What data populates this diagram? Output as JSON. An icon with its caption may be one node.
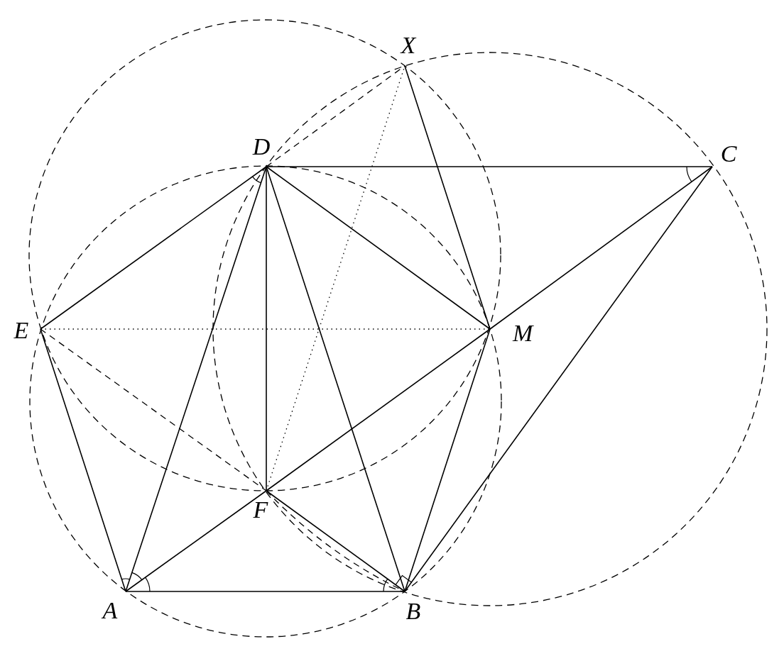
{
  "diagram": {
    "nodes": [
      {
        "text": [
          "X"
        ]
      },
      {
        "text": [
          "D"
        ]
      },
      {
        "text": [
          "C"
        ]
      },
      {
        "text": [
          "E"
        ]
      },
      {
        "text": [
          "M"
        ]
      },
      {
        "text": [
          "F"
        ]
      },
      {
        "text": [
          "A"
        ]
      },
      {
        "text": [
          "B"
        ]
      }
    ],
    "edges": [
      {
        "from": 1,
        "to": 2,
        "arrow": "none"
      },
      {
        "from": 1,
        "to": 3,
        "arrow": "none"
      },
      {
        "from": 1,
        "to": 6,
        "arrow": "none"
      },
      {
        "from": 1,
        "to": 5,
        "arrow": "none"
      },
      {
        "from": 1,
        "to": 7,
        "arrow": "none"
      },
      {
        "from": 1,
        "to": 4,
        "arrow": "none"
      },
      {
        "from": 0,
        "to": 4,
        "arrow": "none"
      },
      {
        "from": 6,
        "to": 5,
        "arrow": "none"
      },
      {
        "from": 5,
        "to": 4,
        "arrow": "none"
      },
      {
        "from": 4,
        "to": 2,
        "arrow": "none"
      },
      {
        "from": 2,
        "to": 7,
        "arrow": "none"
      },
      {
        "from": 6,
        "to": 7,
        "arrow": "none"
      },
      {
        "from": 3,
        "to": 6,
        "arrow": "none"
      },
      {
        "from": 5,
        "to": 7,
        "arrow": "none"
      },
      {
        "from": 4,
        "to": 7,
        "arrow": "none"
      },
      {
        "from": 1,
        "to": 0,
        "arrow": "none",
        "style": "dashed"
      },
      {
        "from": 3,
        "to": 5,
        "arrow": "none",
        "style": "dashed"
      },
      {
        "from": 5,
        "to": 7,
        "arrow": "none",
        "style": "dashed"
      },
      {
        "from": 3,
        "to": 4,
        "arrow": "none",
        "style": "dashed"
      },
      {
        "from": 5,
        "to": 0,
        "arrow": "none",
        "style": "dashed"
      }
    ]
  }
}
